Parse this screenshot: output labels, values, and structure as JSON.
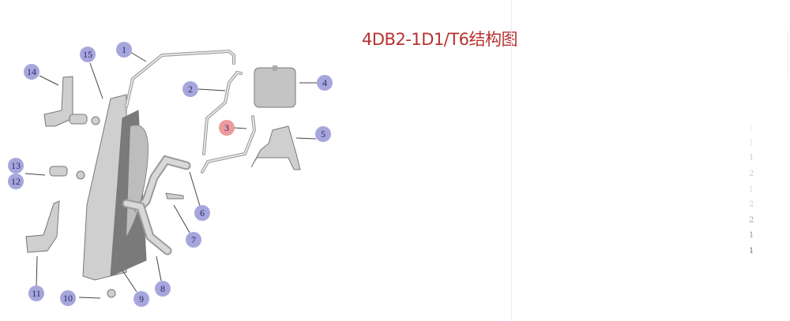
{
  "title": "4DB2-1D1/T6结构图",
  "colors": {
    "title": "#b8312f",
    "callout": "#a7a6dc",
    "callout_highlight": "#ec9a9c"
  },
  "diagram": {
    "callouts": [
      {
        "label": "1",
        "part": "pipe"
      },
      {
        "label": "2",
        "part": "hose"
      },
      {
        "label": "3",
        "part": "hose",
        "highlighted": true
      },
      {
        "label": "4",
        "part": "expansion-tank"
      },
      {
        "label": "5",
        "part": "tank-bracket"
      },
      {
        "label": "6",
        "part": "upper-hose"
      },
      {
        "label": "7",
        "part": "clamp"
      },
      {
        "label": "8",
        "part": "lower-hose"
      },
      {
        "label": "9",
        "part": "fan-shroud"
      },
      {
        "label": "10",
        "part": "nut"
      },
      {
        "label": "11",
        "part": "lower-bracket"
      },
      {
        "label": "12",
        "part": "washer"
      },
      {
        "label": "13",
        "part": "plate"
      },
      {
        "label": "14",
        "part": "upper-bracket"
      },
      {
        "label": "15",
        "part": "radiator"
      }
    ]
  },
  "quantities": [
    "1",
    "1",
    "1",
    "2",
    "1",
    "2",
    "2",
    "1",
    "1"
  ]
}
